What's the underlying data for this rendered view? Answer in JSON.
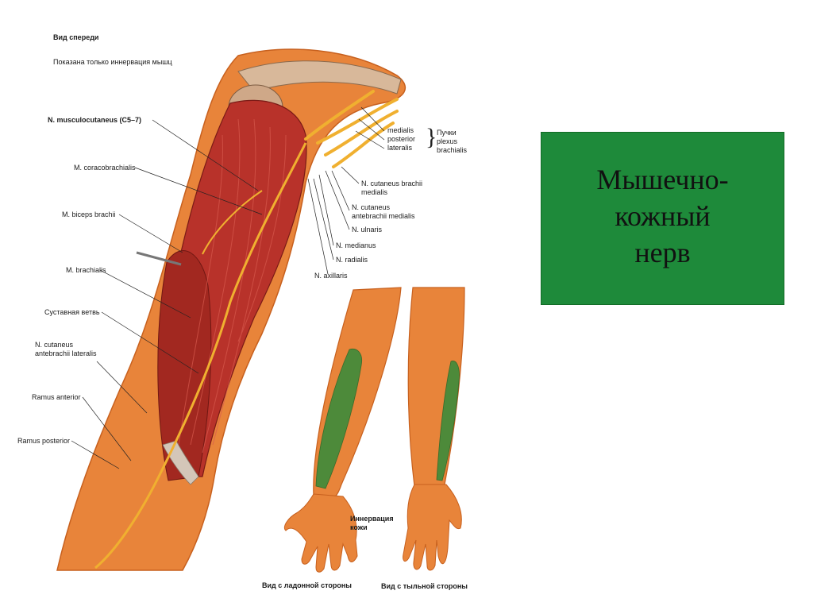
{
  "header": {
    "view_front": "Вид спереди",
    "note": "Показана только иннервация мышц"
  },
  "left_labels": {
    "musculocutaneus": "N. musculocutaneus (C5–7)",
    "coracobrachialis": "M. coracobrachialis",
    "biceps": "M. biceps brachii",
    "brachialis": "M. brachialis",
    "articular_branch": "Суставная ветвь",
    "cutaneus_lat_1": "N. cutaneus",
    "cutaneus_lat_2": "antebrachii lateralis",
    "ramus_anterior": "Ramus anterior",
    "ramus_posterior": "Ramus posterior"
  },
  "right_labels": {
    "medialis": "medialis",
    "posterior": "posterior",
    "lateralis": "lateralis",
    "fasc_1": "Пучки",
    "fasc_2": "plexus",
    "fasc_3": "brachialis",
    "cut_brachii_1": "N. cutaneus brachii",
    "cut_brachii_2": "medialis",
    "cut_antebr_1": "N. cutaneus",
    "cut_antebr_2": "antebrachii medialis",
    "ulnaris": "N. ulnaris",
    "medianus": "N. medianus",
    "radialis": "N. radialis",
    "axillaris": "N. axillaris"
  },
  "forearm_labels": {
    "skin_1": "Иннервация",
    "skin_2": "кожи",
    "palmar_view": "Вид с ладонной стороны",
    "dorsal_view": "Вид с тыльной стороны"
  },
  "title_box": {
    "text": "Мышечно-\nкожный\nнерв",
    "color": "#1e8a3a"
  },
  "colors": {
    "skin": "#e8843a",
    "muscle": "#b8322a",
    "nerve": "#f0b030",
    "innervation_zone": "#4d8a3a"
  }
}
